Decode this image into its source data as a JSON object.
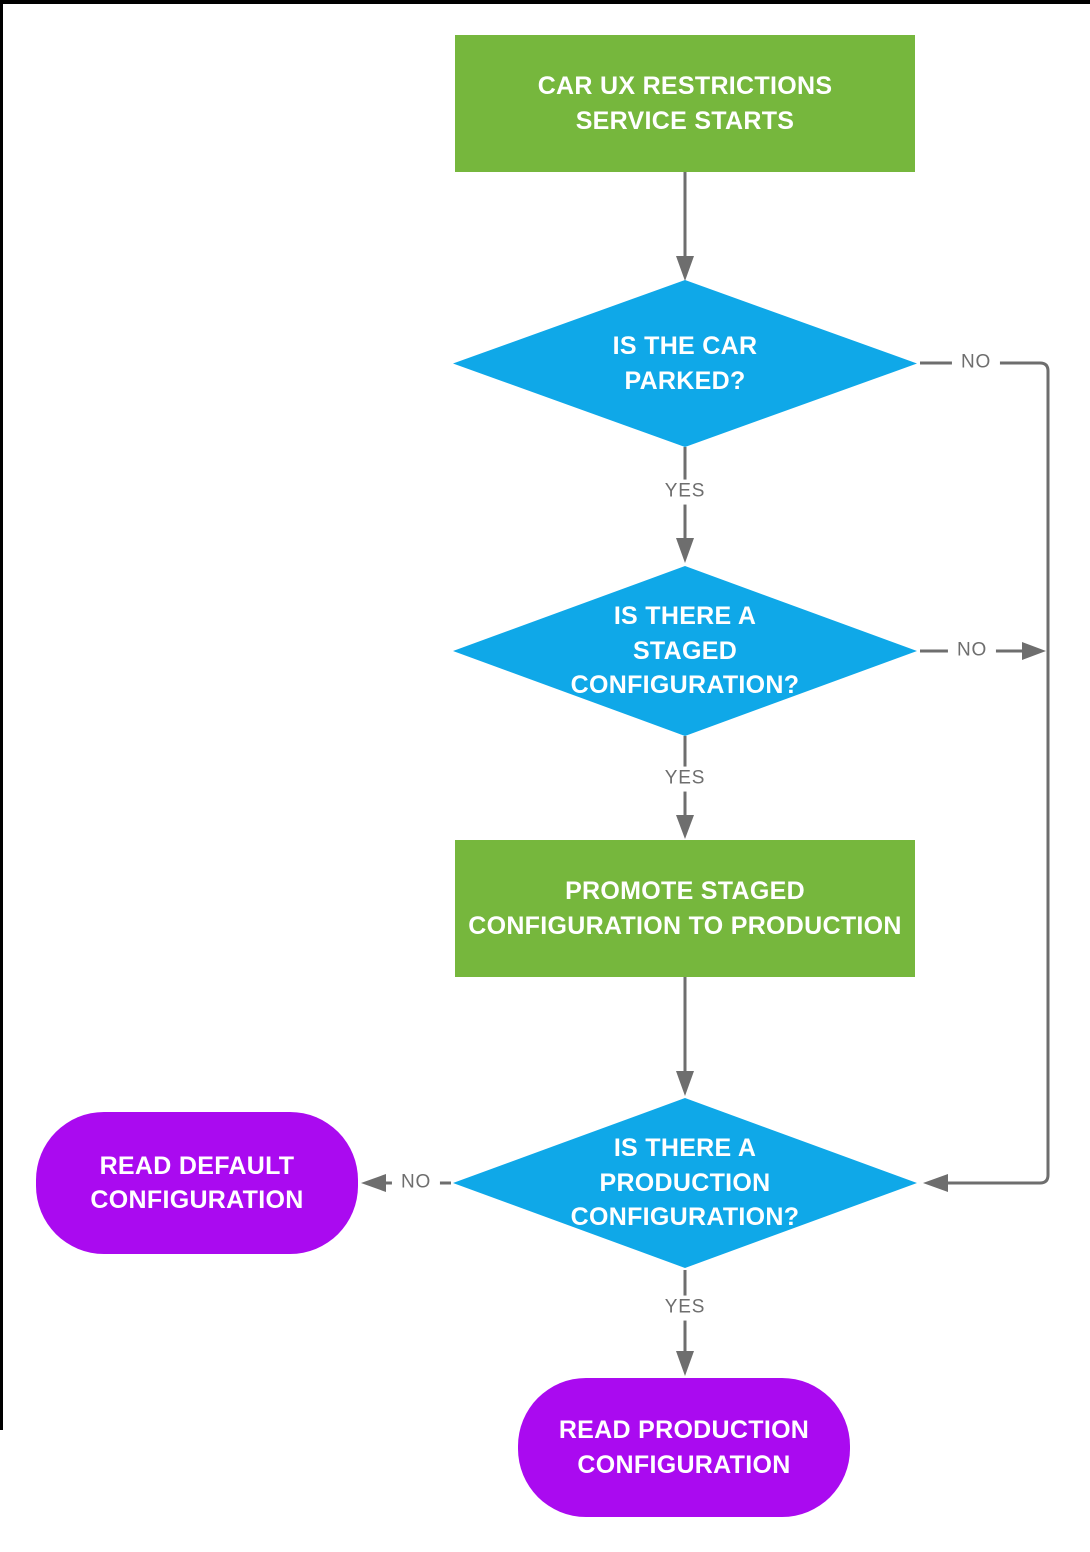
{
  "diagram": {
    "nodes": {
      "start": {
        "label": "CAR UX RESTRICTIONS\nSERVICE STARTS",
        "shape": "rectangle",
        "fill": "#76B73D"
      },
      "is_car_parked": {
        "label": "IS THE CAR\nPARKED?",
        "shape": "diamond",
        "fill": "#0FA8E8"
      },
      "has_staged": {
        "label": "IS THERE A\nSTAGED\nCONFIGURATION?",
        "shape": "diamond",
        "fill": "#0FA8E8"
      },
      "promote_staged": {
        "label": "PROMOTE STAGED\nCONFIGURATION TO PRODUCTION",
        "shape": "rectangle",
        "fill": "#76B73D"
      },
      "has_production": {
        "label": "IS THERE A\nPRODUCTION\nCONFIGURATION?",
        "shape": "diamond",
        "fill": "#0FA8E8"
      },
      "read_default": {
        "label": "READ DEFAULT\nCONFIGURATION",
        "shape": "rounded",
        "fill": "#AA0AF0"
      },
      "read_production": {
        "label": "READ PRODUCTION\nCONFIGURATION",
        "shape": "rounded",
        "fill": "#AA0AF0"
      }
    },
    "edge_labels": {
      "parked_yes": "YES",
      "parked_no": "NO",
      "staged_yes": "YES",
      "staged_no": "NO",
      "production_yes": "YES",
      "production_no": "NO"
    },
    "colors": {
      "process_green": "#76B73D",
      "decision_blue": "#0FA8E8",
      "terminal_purple": "#AA0AF0",
      "connector_gray": "#6E6E6E",
      "node_text": "#FFFFFF",
      "background": "#FFFFFF"
    }
  }
}
